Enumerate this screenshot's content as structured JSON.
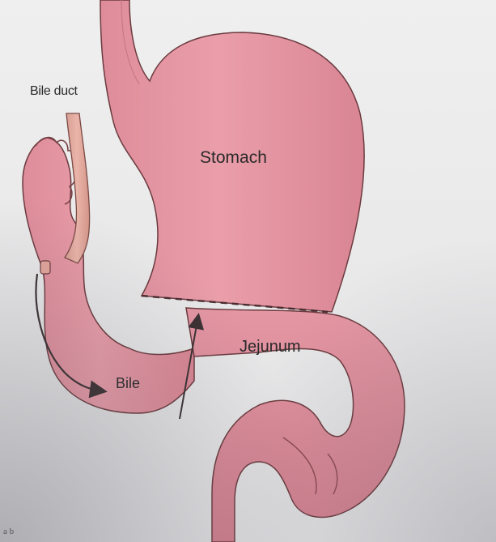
{
  "diagram": {
    "labels": {
      "bile_duct": "Bile duct",
      "stomach": "Stomach",
      "jejunum": "Jejunum",
      "bile": "Bile",
      "page_fragment": "a  b"
    },
    "colors": {
      "organ_fill": "#e79aa6",
      "organ_outline": "#6b3b3f",
      "duct_fill": "#e3a69c",
      "arrow": "#3b3132",
      "dashed_line": "#4a2c30",
      "background": "#ececec"
    }
  }
}
